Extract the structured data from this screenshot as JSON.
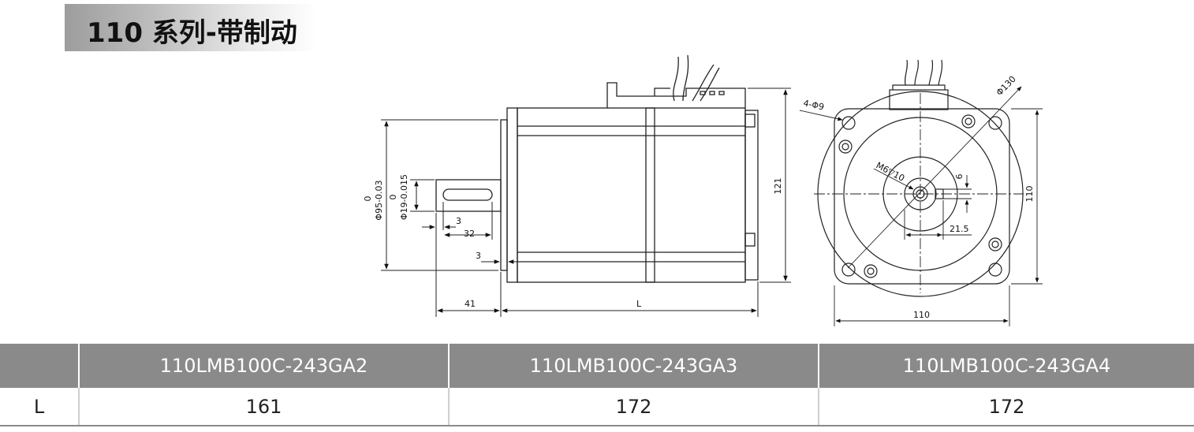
{
  "title": "110 系列-带制动",
  "side_view": {
    "dim_flange_dia": "Φ95-0.03",
    "dim_flange_tol": "0",
    "dim_shaft_dia": "Φ19-0.015",
    "dim_shaft_tol": "0",
    "dim_key_offset": "3",
    "dim_key_length": "32",
    "dim_flange_step": "3",
    "dim_shaft_length": "41",
    "dim_body_length": "L",
    "dim_height": "121"
  },
  "front_view": {
    "dim_holes": "4-Φ9",
    "dim_bolt_circle": "Φ130",
    "dim_thread": "M6▽10",
    "dim_key_height": "6",
    "dim_shaft_key": "21.5",
    "dim_width": "110",
    "dim_height": "110"
  },
  "table": {
    "corner": "",
    "columns": [
      "110LMB100C-243GA2",
      "110LMB100C-243GA3",
      "110LMB100C-243GA4"
    ],
    "rows": [
      {
        "label": "L",
        "values": [
          "161",
          "172",
          "172"
        ]
      }
    ]
  }
}
